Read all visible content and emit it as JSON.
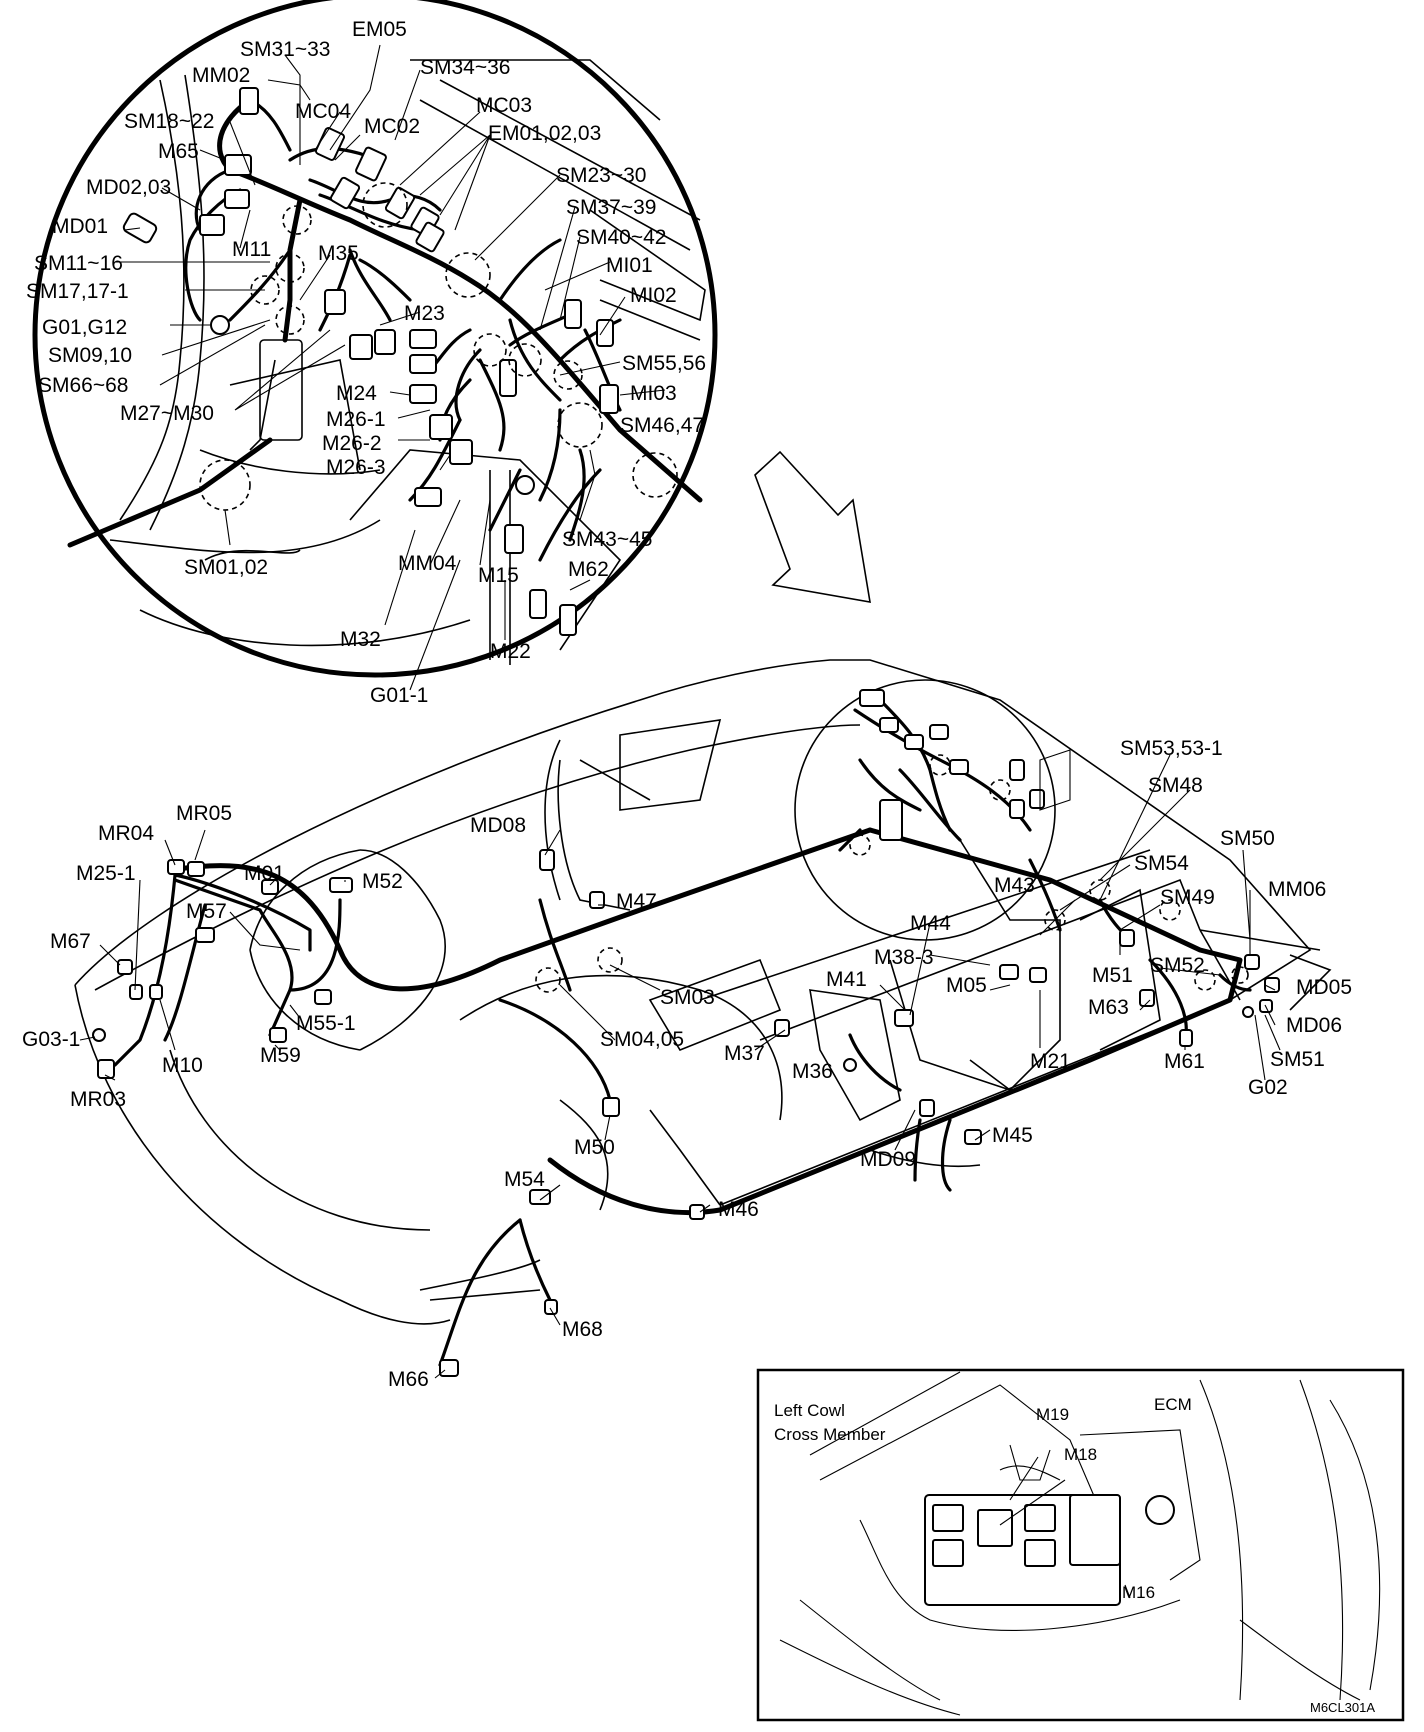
{
  "figure_code": "M6CL301A",
  "inset": {
    "left_cowl_line1": "Left Cowl",
    "left_cowl_line2": "Cross Member",
    "ecm": "ECM",
    "m19": "M19",
    "m18": "M18",
    "m16": "M16"
  },
  "detail_labels": {
    "sm31_33": "SM31~33",
    "em05": "EM05",
    "mm02": "MM02",
    "sm34_36": "SM34~36",
    "mc04": "MC04",
    "mc03": "MC03",
    "sm18_22": "SM18~22",
    "mc02": "MC02",
    "em01_02_03": "EM01,02,03",
    "m65": "M65",
    "md02_03": "MD02,03",
    "sm23_30": "SM23~30",
    "sm37_39": "SM37~39",
    "md01": "MD01",
    "sm40_42": "SM40~42",
    "m11": "M11",
    "m35": "M35",
    "mi01": "MI01",
    "sm11_16": "SM11~16",
    "sm17_17_1": "SM17,17-1",
    "mi02": "MI02",
    "m23": "M23",
    "g01_g12": "G01,G12",
    "sm09_10": "SM09,10",
    "sm55_56": "SM55,56",
    "sm66_68": "SM66~68",
    "m24": "M24",
    "mi03": "MI03",
    "m27_m30": "M27~M30",
    "m26_1": "M26-1",
    "sm46_47": "SM46,47",
    "m26_2": "M26-2",
    "m26_3": "M26-3",
    "sm43_45": "SM43~45",
    "sm01_02": "SM01,02",
    "mm04": "MM04",
    "m15": "M15",
    "m62": "M62",
    "m32": "M32",
    "m22": "M22",
    "g01_1": "G01-1"
  },
  "vehicle_labels": {
    "sm53_53_1": "SM53,53-1",
    "sm48": "SM48",
    "mr05": "MR05",
    "md08": "MD08",
    "mr04": "MR04",
    "sm50": "SM50",
    "m25_1": "M25-1",
    "m01": "M01",
    "m52": "M52",
    "sm54": "SM54",
    "m43": "M43",
    "mm06": "MM06",
    "m47": "M47",
    "sm49": "SM49",
    "m57": "M57",
    "m67": "M67",
    "m44": "M44",
    "m38_3": "M38-3",
    "m51": "M51",
    "sm52": "SM52",
    "m41": "M41",
    "m05": "M05",
    "md05": "MD05",
    "sm03": "SM03",
    "m63": "M63",
    "m55_1": "M55-1",
    "md06": "MD06",
    "g03_1": "G03-1",
    "sm04_05": "SM04,05",
    "m37": "M37",
    "m21": "M21",
    "m61": "M61",
    "m10": "M10",
    "m59": "M59",
    "sm51": "SM51",
    "m36": "M36",
    "mr03": "MR03",
    "g02": "G02",
    "m50": "M50",
    "m45": "M45",
    "md09": "MD09",
    "m54": "M54",
    "m46": "M46",
    "m68": "M68",
    "m66": "M66"
  }
}
